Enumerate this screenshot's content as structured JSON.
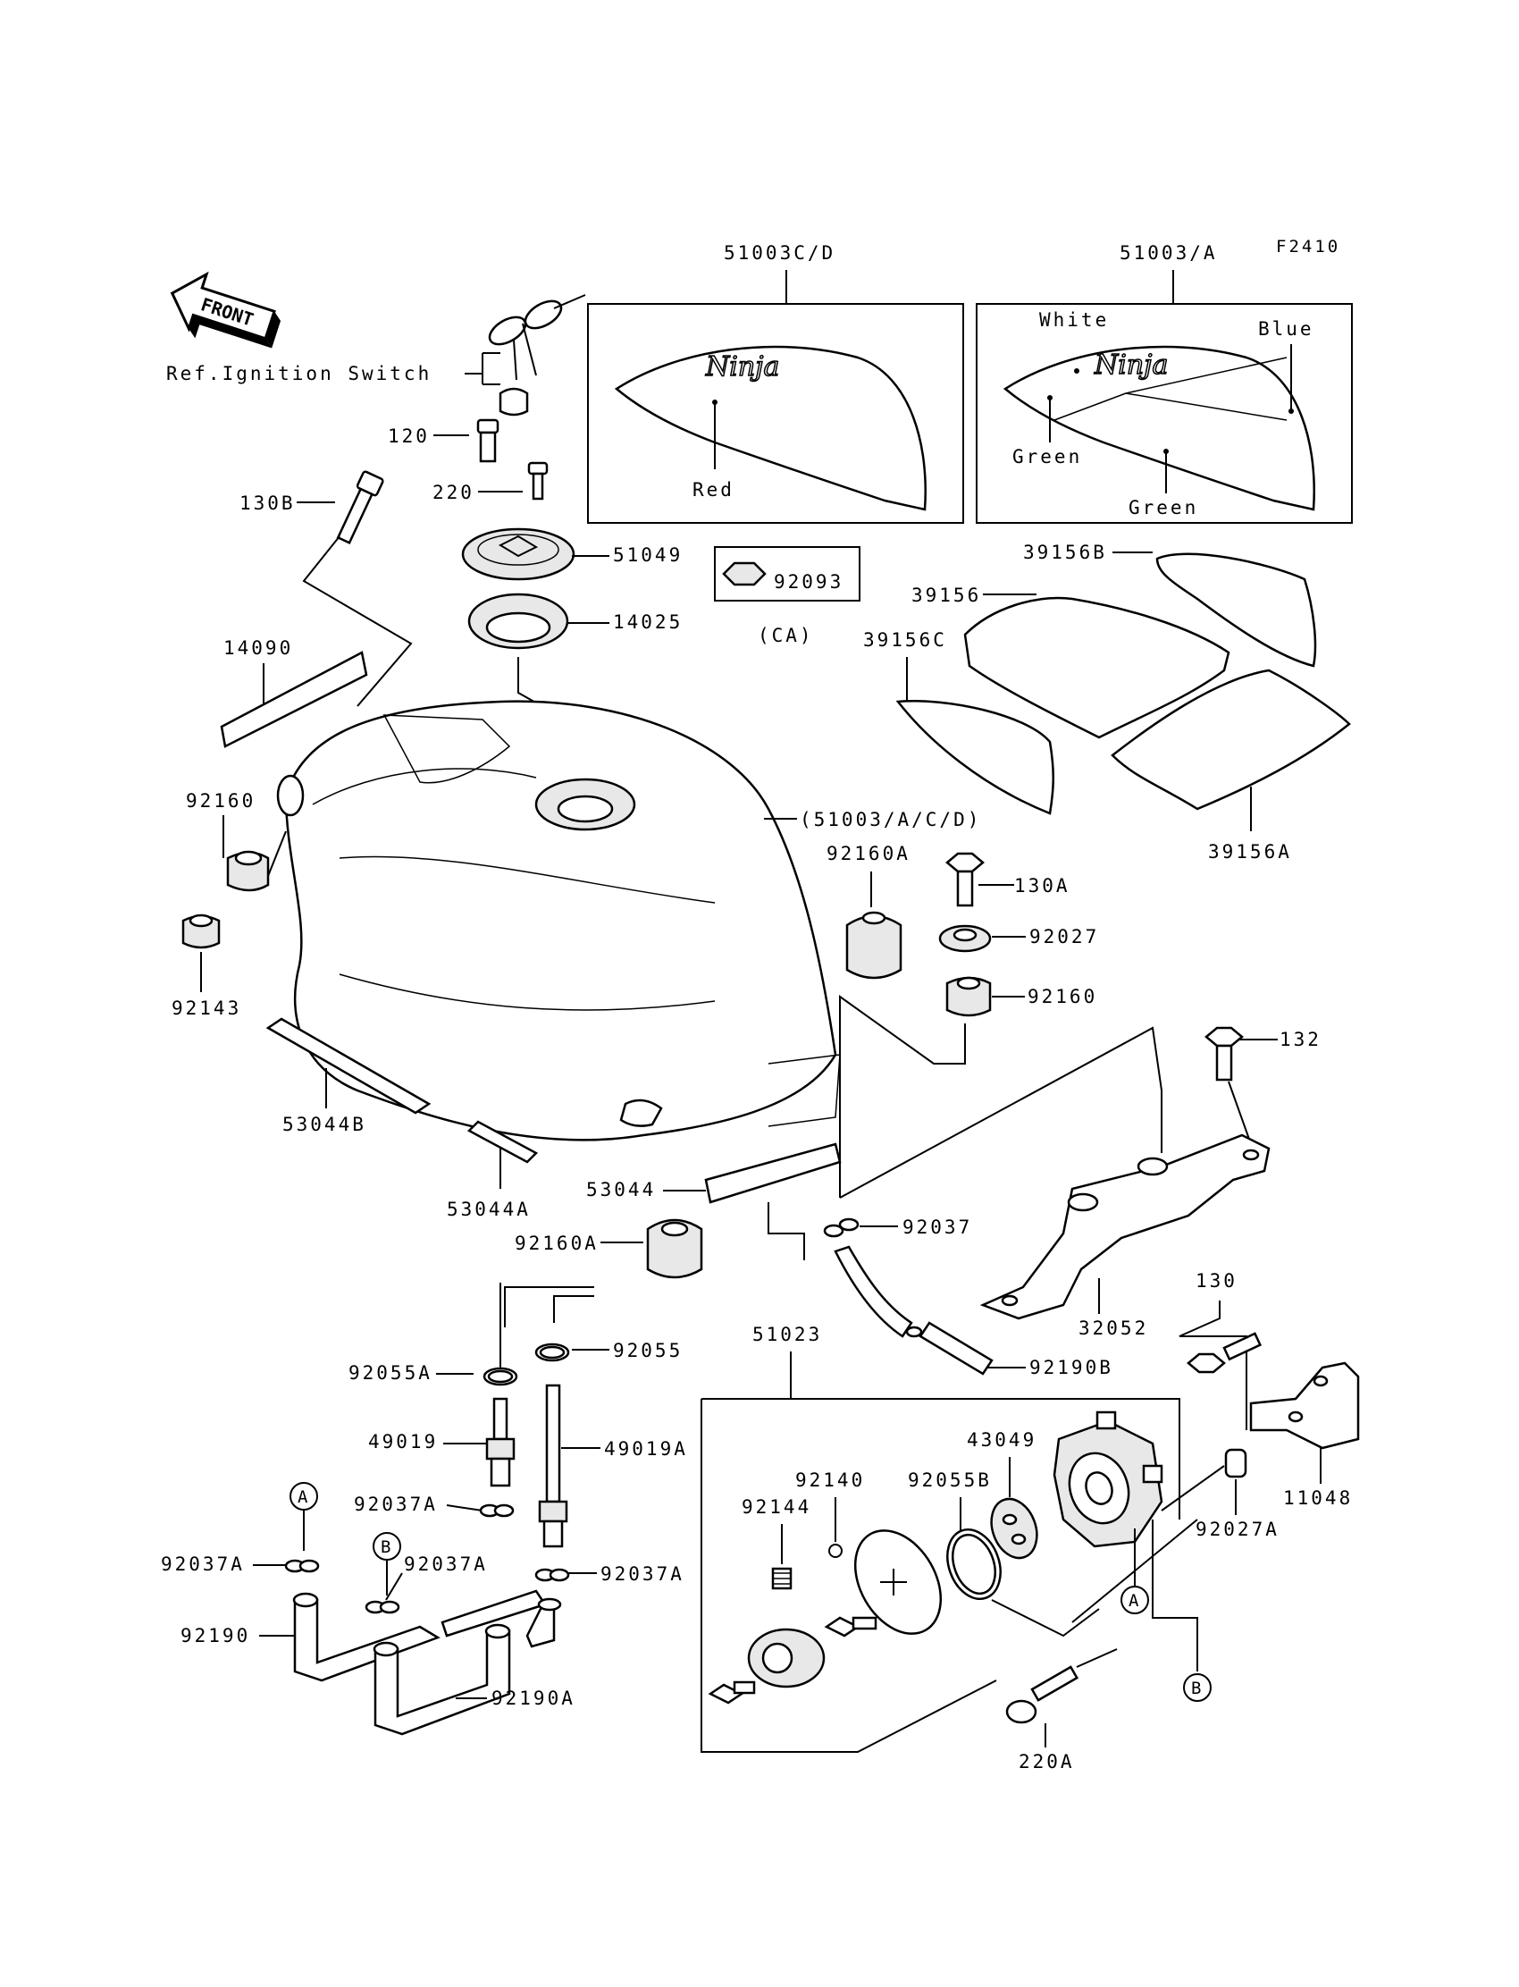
{
  "diagram_code": "F2410",
  "front_label": "FRONT",
  "ref_note": "Ref.Ignition Switch",
  "tank_label": "(51003/A/C/D)",
  "decal_cd": {
    "label": "51003C/D",
    "logo": "Ninja",
    "color": "Red"
  },
  "decal_a": {
    "label": "51003/A",
    "logo": "Ninja",
    "colors": {
      "white": "White",
      "blue": "Blue",
      "green1": "Green",
      "green2": "Green"
    }
  },
  "ca_box": {
    "part": "92093",
    "note": "(CA)"
  },
  "fuel_valve_group": "51023",
  "markers": {
    "a": "A",
    "b": "B"
  },
  "parts": {
    "p120": "120",
    "p130B": "130B",
    "p220": "220",
    "p51049": "51049",
    "p14025": "14025",
    "p14090": "14090",
    "p92160_left": "92160",
    "p92143": "92143",
    "p53044B": "53044B",
    "p53044A": "53044A",
    "p53044": "53044",
    "p39156B": "39156B",
    "p39156": "39156",
    "p39156C": "39156C",
    "p39156A": "39156A",
    "p92160A_top": "92160A",
    "p130A": "130A",
    "p92027": "92027",
    "p92160_right": "92160",
    "p132": "132",
    "p32052": "32052",
    "p92037_right": "92037",
    "p92160A_bottom": "92160A",
    "p92190B": "92190B",
    "p92055": "92055",
    "p92055A": "92055A",
    "p49019": "49019",
    "p49019A": "49019A",
    "p92037A_1": "92037A",
    "p92037A_2": "92037A",
    "p92037A_3": "92037A",
    "p92037A_4": "92037A",
    "p92190": "92190",
    "p92190A": "92190A",
    "p92140": "92140",
    "p92144": "92144",
    "p92055B": "92055B",
    "p43049": "43049",
    "p130": "130",
    "p11048": "11048",
    "p92027A": "92027A",
    "p220A": "220A"
  }
}
